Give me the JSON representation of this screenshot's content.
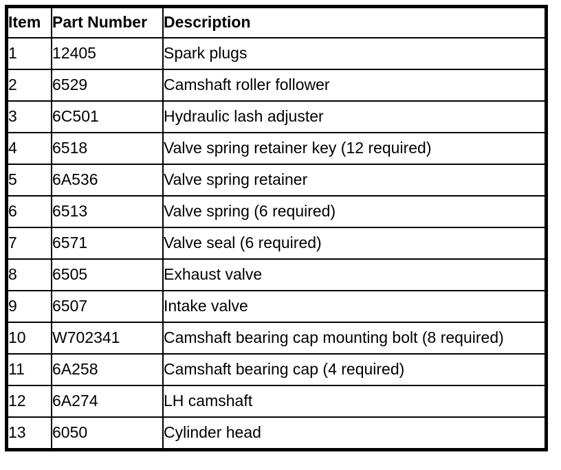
{
  "table": {
    "columns": [
      {
        "key": "item",
        "label": "Item"
      },
      {
        "key": "part_number",
        "label": "Part Number"
      },
      {
        "key": "description",
        "label": "Description"
      }
    ],
    "rows": [
      {
        "item": "1",
        "part_number": "12405",
        "description": "Spark plugs"
      },
      {
        "item": "2",
        "part_number": "6529",
        "description": "Camshaft roller follower"
      },
      {
        "item": "3",
        "part_number": "6C501",
        "description": "Hydraulic lash adjuster"
      },
      {
        "item": "4",
        "part_number": "6518",
        "description": "Valve spring retainer key (12 required)"
      },
      {
        "item": "5",
        "part_number": "6A536",
        "description": "Valve spring retainer"
      },
      {
        "item": "6",
        "part_number": "6513",
        "description": "Valve spring (6 required)"
      },
      {
        "item": "7",
        "part_number": "6571",
        "description": "Valve seal (6 required)"
      },
      {
        "item": "8",
        "part_number": "6505",
        "description": "Exhaust valve"
      },
      {
        "item": "9",
        "part_number": "6507",
        "description": "Intake valve"
      },
      {
        "item": "10",
        "part_number": "W702341",
        "description": "Camshaft bearing cap mounting bolt (8 required)"
      },
      {
        "item": "11",
        "part_number": "6A258",
        "description": "Camshaft bearing cap (4 required)"
      },
      {
        "item": "12",
        "part_number": "6A274",
        "description": "LH camshaft"
      },
      {
        "item": "13",
        "part_number": "6050",
        "description": "Cylinder head"
      }
    ],
    "colors": {
      "border": "#000000",
      "text": "#000000",
      "background": "#ffffff"
    }
  }
}
